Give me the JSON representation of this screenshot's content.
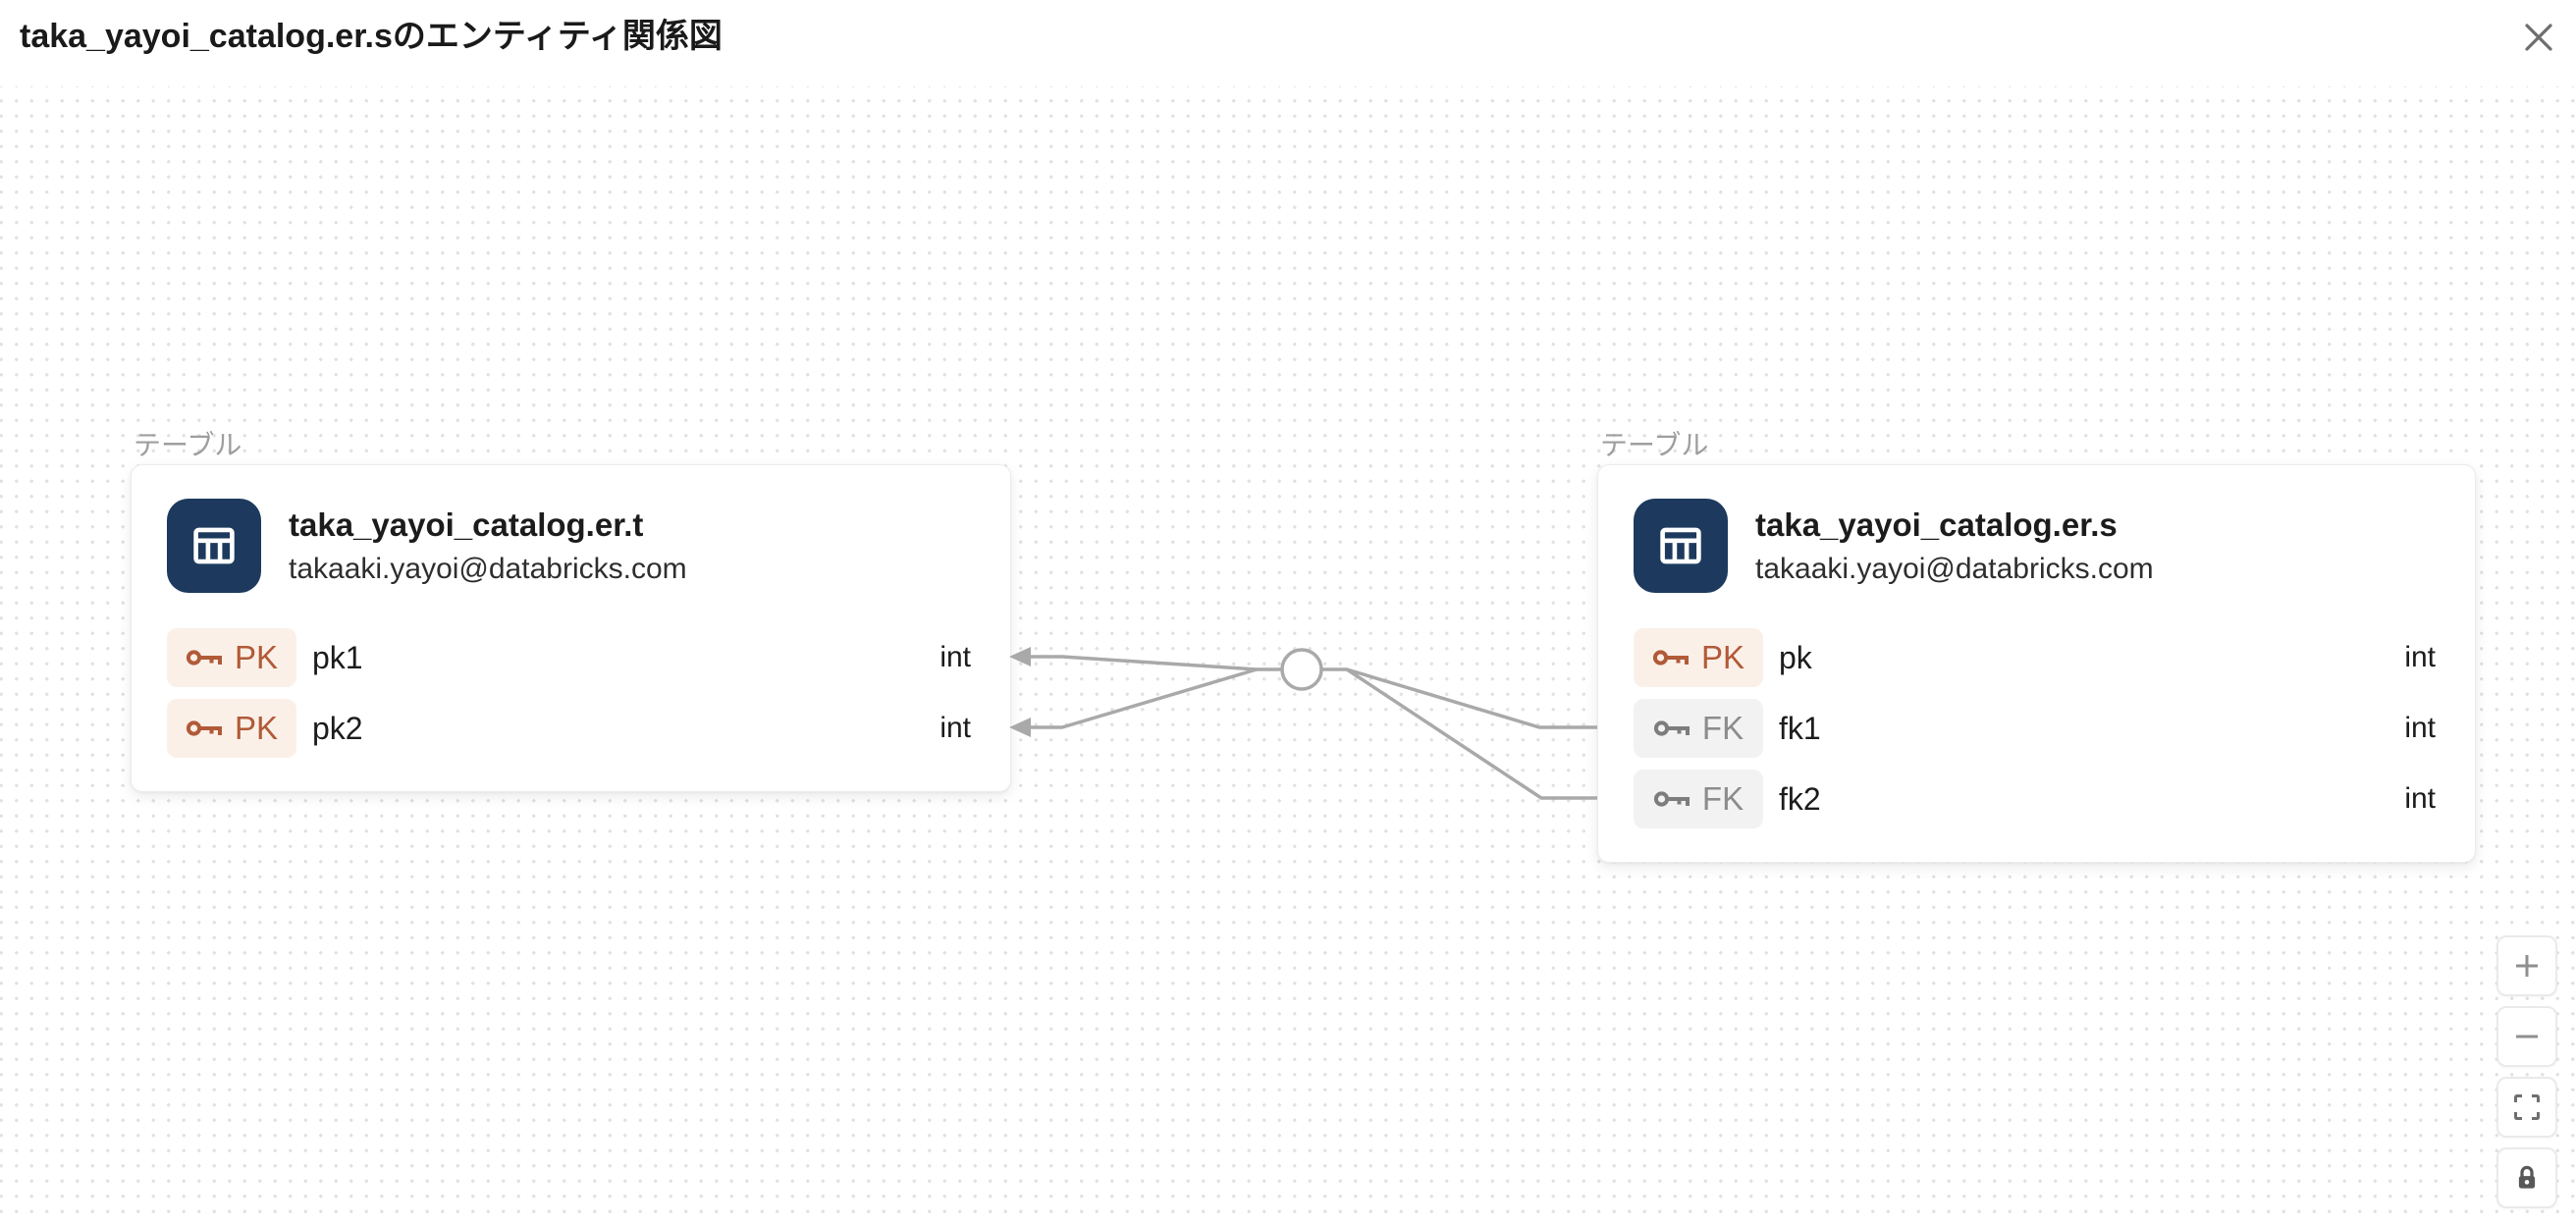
{
  "header": {
    "title": "taka_yayoi_catalog.er.sのエンティティ関係図"
  },
  "canvas": {
    "tables": [
      {
        "type_label": "テーブル",
        "name": "taka_yayoi_catalog.er.t",
        "owner": "takaaki.yayoi@databricks.com",
        "columns": [
          {
            "key": "PK",
            "name": "pk1",
            "type": "int"
          },
          {
            "key": "PK",
            "name": "pk2",
            "type": "int"
          }
        ]
      },
      {
        "type_label": "テーブル",
        "name": "taka_yayoi_catalog.er.s",
        "owner": "takaaki.yayoi@databricks.com",
        "columns": [
          {
            "key": "PK",
            "name": "pk",
            "type": "int"
          },
          {
            "key": "FK",
            "name": "fk1",
            "type": "int"
          },
          {
            "key": "FK",
            "name": "fk2",
            "type": "int"
          }
        ]
      }
    ],
    "relationships": [
      {
        "from": "taka_yayoi_catalog.er.s.fk1",
        "to": "taka_yayoi_catalog.er.t.pk1"
      },
      {
        "from": "taka_yayoi_catalog.er.s.fk2",
        "to": "taka_yayoi_catalog.er.t.pk2"
      }
    ]
  },
  "controls": {
    "zoom_in": "zoom-in",
    "zoom_out": "zoom-out",
    "fit_view": "fit-view",
    "lock": "lock-interactivity"
  },
  "colors": {
    "pk_accent": "#b15a38",
    "pk_badge_bg": "#fbf0e8",
    "fk_accent": "#7d7d7d",
    "fk_badge_bg": "#f2f2f2",
    "table_icon_bg": "#1d3a5e",
    "edge": "#a9a9a9",
    "dot_grid": "#e1e1e1"
  }
}
